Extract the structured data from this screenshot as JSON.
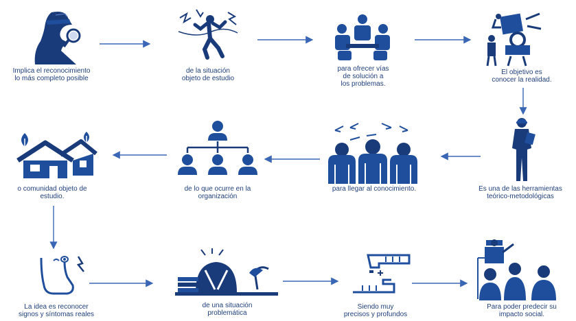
{
  "colors": {
    "primary": "#1f4e9c",
    "dark": "#1a3b7a",
    "arrow": "#3a67b5",
    "text": "#1f3f7a"
  },
  "nodes": [
    {
      "id": "n1",
      "icon": "detective-icon",
      "label": "Implica el reconocimiento\nlo más completo posible"
    },
    {
      "id": "n2",
      "icon": "finish-line-runner-icon",
      "label": "de la situación\nobjeto de estudio"
    },
    {
      "id": "n3",
      "icon": "team-meeting-icon",
      "label": "para ofrecer vías\nde solución a\nlos problemas."
    },
    {
      "id": "n4",
      "icon": "machinery-people-icon",
      "label": "El objetivo es\nconocer la realidad."
    },
    {
      "id": "n5",
      "icon": "person-with-clipboard-icon",
      "label": "Es una de las herramientas\nteórico-metodológicas"
    },
    {
      "id": "n6",
      "icon": "group-discussion-icon",
      "label": "para llegar al conocimiento."
    },
    {
      "id": "n7",
      "icon": "org-chart-icon",
      "label": "de lo que ocurre en la\norganización"
    },
    {
      "id": "n8",
      "icon": "community-houses-icon",
      "label": "o comunidad objeto de\nestudio."
    },
    {
      "id": "n9",
      "icon": "foot-pain-icon",
      "label": "La idea es reconocer\nsignos y síntomas reales"
    },
    {
      "id": "n10",
      "icon": "stressed-person-desk-icon",
      "label": "de una situación\nproblemática"
    },
    {
      "id": "n11",
      "icon": "handshake-puzzle-icon",
      "label": "Siendo muy\nprecisos y profundos"
    },
    {
      "id": "n12",
      "icon": "presentation-audience-icon",
      "label": "Para poder predecir su\nimpacto social."
    }
  ]
}
